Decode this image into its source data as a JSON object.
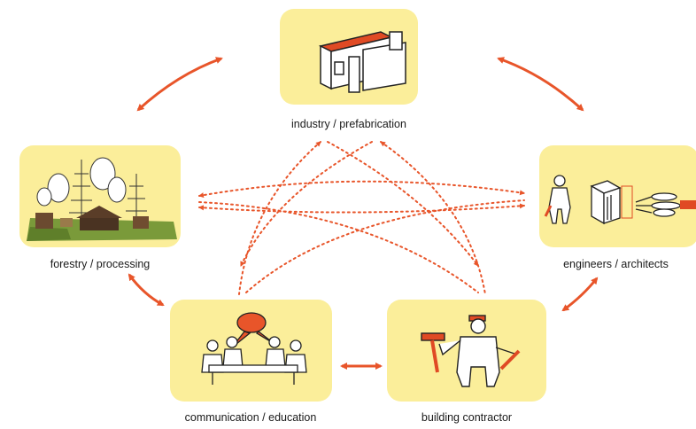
{
  "nodes": {
    "industry": {
      "label": "industry / prefabrication"
    },
    "forestry": {
      "label": "forestry / processing"
    },
    "engineers": {
      "label": "engineers / architects"
    },
    "communication": {
      "label": "communication / education"
    },
    "contractor": {
      "label": "building contractor"
    }
  },
  "colors": {
    "box_fill": "#fbee9a",
    "arrow": "#e8552a",
    "accent_red": "#e04a24"
  },
  "icons": {
    "industry": "prefab-panels-icon",
    "forestry": "forest-and-house-icon",
    "engineers": "engineer-with-building-model-icon",
    "communication": "meeting-table-speech-bubble-icon",
    "contractor": "builder-with-hammer-icon"
  }
}
